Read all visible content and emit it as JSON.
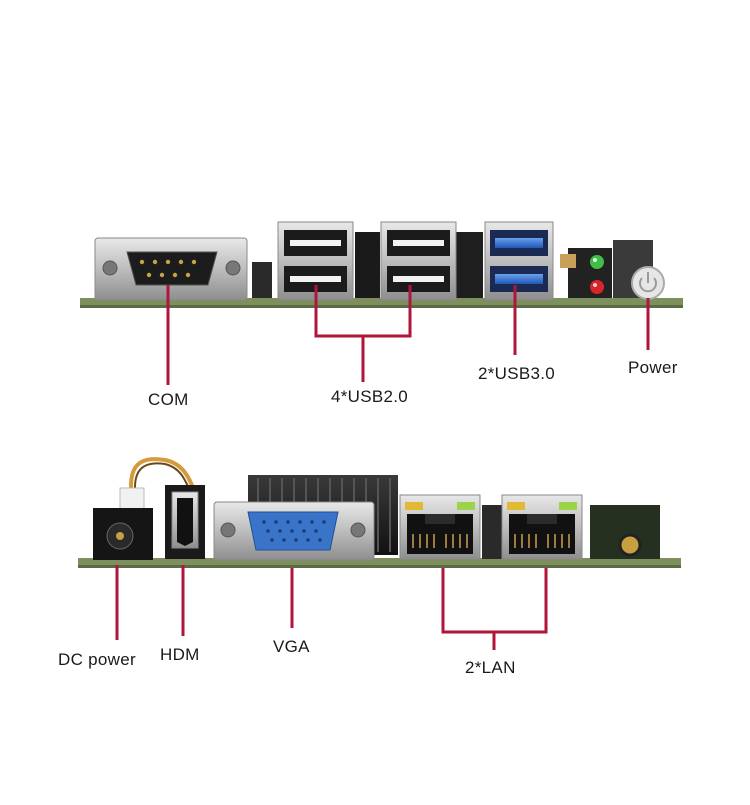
{
  "labels": {
    "com": "COM",
    "usb2": "4*USB2.0",
    "usb3": "2*USB3.0",
    "power": "Power",
    "dc_power": "DC power",
    "hdm": "HDM",
    "vga": "VGA",
    "lan": "2*LAN"
  },
  "colors": {
    "callout_line": "#b0163a",
    "pcb": "#7e8f5e",
    "connector_metal": "#c9c9c9",
    "usb3_blue": "#2f6fd0",
    "vga_blue": "#3a74c8"
  }
}
